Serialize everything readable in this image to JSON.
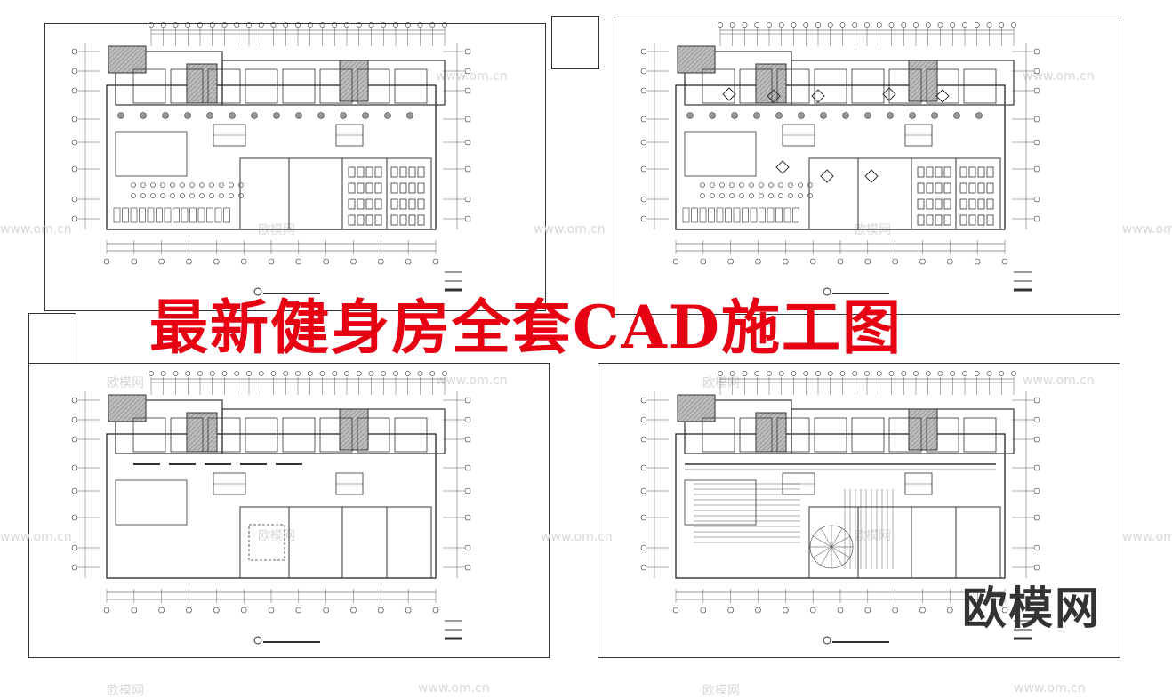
{
  "title": "最新健身房全套CAD施工图",
  "watermark_logo": "欧模网",
  "watermark_small": [
    "欧模网",
    "www.om.cn"
  ],
  "colors": {
    "title": "#e60012",
    "line": "#333333",
    "background": "#ffffff"
  },
  "sheets": [
    {
      "name": "plan-top-left",
      "variant": "layout"
    },
    {
      "name": "plan-top-right",
      "variant": "furniture"
    },
    {
      "name": "plan-bottom-left",
      "variant": "wall"
    },
    {
      "name": "plan-bottom-right",
      "variant": "ceiling"
    }
  ]
}
